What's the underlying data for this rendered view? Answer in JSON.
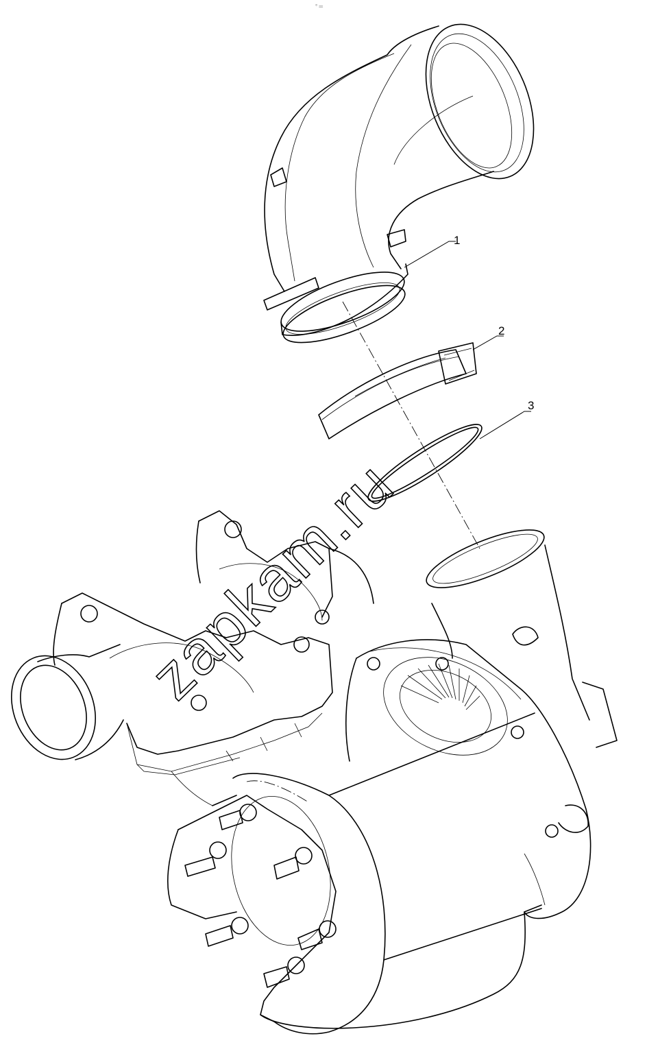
{
  "callouts": [
    {
      "label": "1"
    },
    {
      "label": "2"
    },
    {
      "label": "3"
    }
  ],
  "watermark": "zapkam.ru",
  "top_mark": "° ═"
}
